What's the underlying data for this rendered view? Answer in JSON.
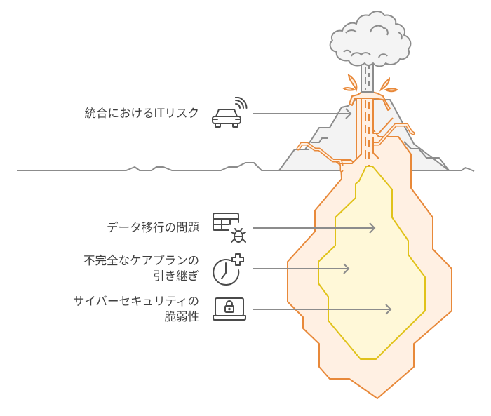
{
  "diagram": {
    "type": "volcano-iceberg-risk-diagram",
    "colors": {
      "line_gray": "#8c8c8c",
      "mountain_fill": "#f3f3f3",
      "cloud_fill": "#f4f4f4",
      "magma_outer_stroke": "#e8893a",
      "magma_outer_fill": "#fff0e3",
      "magma_inner_stroke": "#e0c21a",
      "magma_inner_fill": "#fff8d8",
      "text": "#3f3f3f",
      "icon": "#4a4a4a"
    },
    "items": [
      {
        "id": "it-risk",
        "lines": [
          "統合におけるITリスク"
        ],
        "icon": "connected-car-icon",
        "zone": "above-ground"
      },
      {
        "id": "data-migration",
        "lines": [
          "データ移行の問題"
        ],
        "icon": "table-bug-icon",
        "zone": "below-ground"
      },
      {
        "id": "care-plan",
        "lines": [
          "不完全なケアプランの",
          "引き継ぎ"
        ],
        "icon": "clock-plus-icon",
        "zone": "below-ground"
      },
      {
        "id": "cybersecurity",
        "lines": [
          "サイバーセキュリティの",
          "脆弱性"
        ],
        "icon": "laptop-lock-icon",
        "zone": "below-ground"
      }
    ]
  }
}
